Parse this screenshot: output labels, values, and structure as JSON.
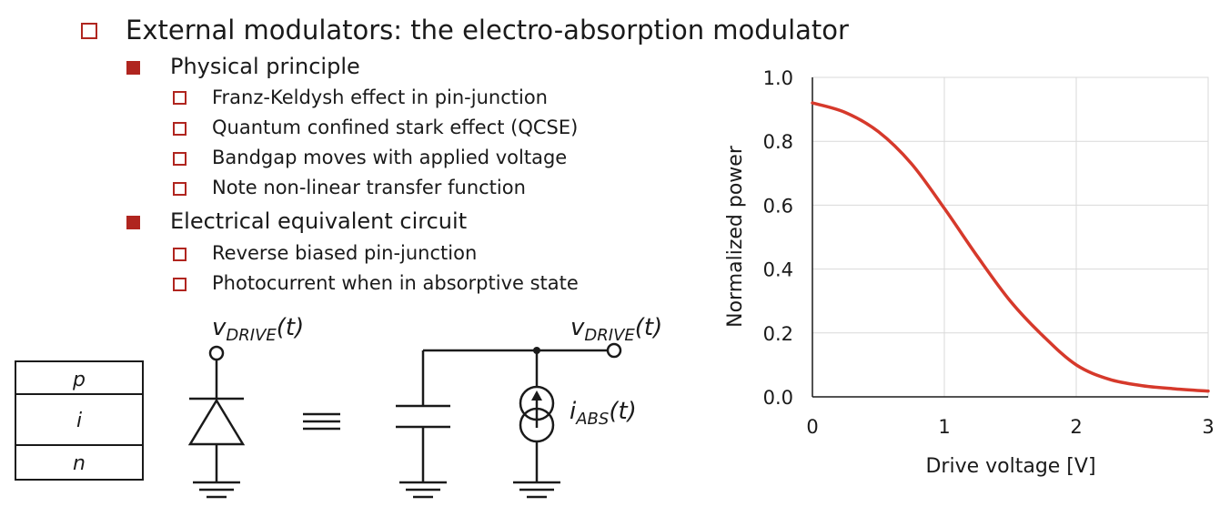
{
  "slide": {
    "title": "External modulators: the electro-absorption modulator",
    "sections": [
      {
        "heading": "Physical principle",
        "items": [
          "Franz-Keldysh effect in pin-junction",
          "Quantum confined stark effect (QCSE)",
          "Bandgap moves with applied voltage",
          "Note non-linear transfer function"
        ]
      },
      {
        "heading": "Electrical equivalent circuit",
        "items": [
          "Reverse biased pin-junction",
          "Photocurrent when in absorptive state"
        ]
      }
    ],
    "bullet_color": "#b0251f"
  },
  "diagram": {
    "layers": [
      "p",
      "i",
      "n"
    ],
    "diode_node_label_main": "v",
    "diode_node_label_sub": "DRIVE",
    "diode_node_label_arg": "(t)",
    "circuit_node_label_main": "v",
    "circuit_node_label_sub": "DRIVE",
    "circuit_node_label_arg": "(t)",
    "source_label_main": "i",
    "source_label_sub": "ABS",
    "source_label_arg": "(t)",
    "equivalence_symbol": "≡"
  },
  "chart_data": {
    "type": "line",
    "xlabel": "Drive voltage [V]",
    "ylabel": "Normalized power",
    "xlim": [
      0,
      3
    ],
    "ylim": [
      0,
      1
    ],
    "xticks": [
      "0",
      "1",
      "2",
      "3"
    ],
    "yticks": [
      "0.0",
      "0.2",
      "0.4",
      "0.6",
      "0.8",
      "1.0"
    ],
    "grid": true,
    "line_color": "#d6392b",
    "series": [
      {
        "x": [
          0,
          0.25,
          0.5,
          0.75,
          1.0,
          1.25,
          1.5,
          1.75,
          2.0,
          2.25,
          2.5,
          2.75,
          3.0
        ],
        "values": [
          0.92,
          0.89,
          0.83,
          0.73,
          0.59,
          0.44,
          0.3,
          0.19,
          0.1,
          0.055,
          0.035,
          0.025,
          0.018
        ]
      }
    ]
  }
}
